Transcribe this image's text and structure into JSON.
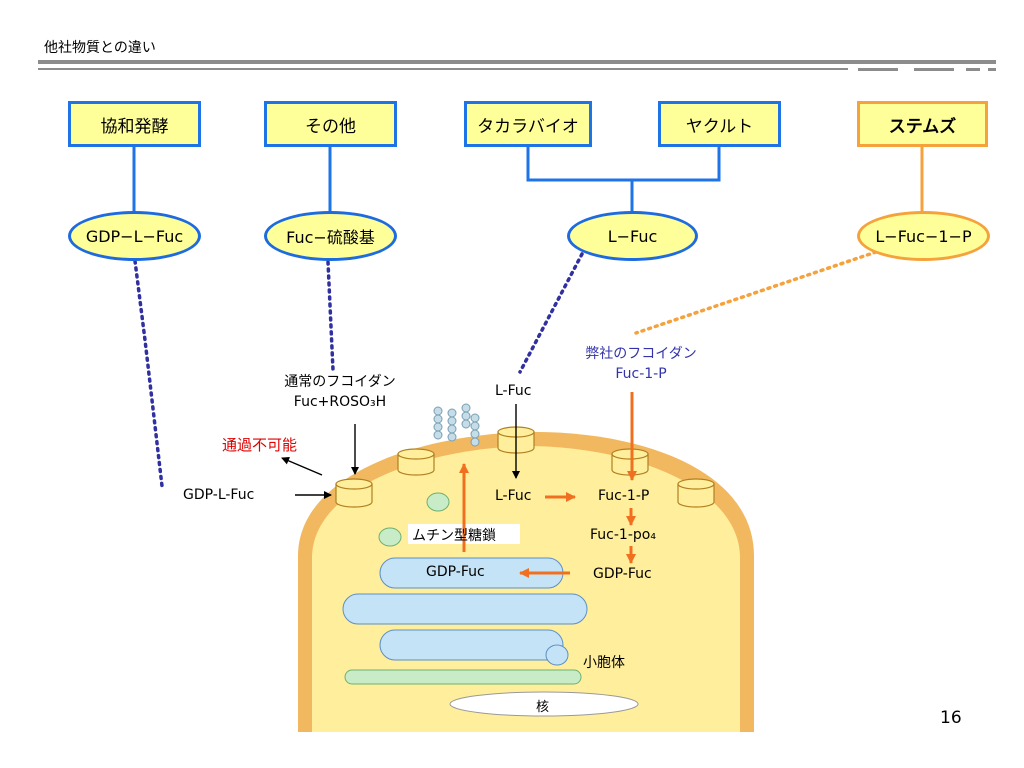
{
  "slide": {
    "title": "他社物質との違い",
    "page_number": "16"
  },
  "companies": {
    "kyowa": "協和発酵",
    "other": "その他",
    "takara": "タカラバイオ",
    "yakult": "ヤクルト",
    "stems": "ステムズ"
  },
  "substances": {
    "gdp_l_fuc": "GDP−L−Fuc",
    "fuc_sulfate": "Fuc−硫酸基",
    "l_fuc": "L−Fuc",
    "l_fuc_1_p": "L−Fuc−1−P"
  },
  "cell_labels": {
    "cannot_pass": "通過不可能",
    "normal_fucoidan_line1": "通常のフコイダン",
    "normal_fucoidan_line2": "Fuc+ROSO₃H",
    "l_fuc_outside": "L-Fuc",
    "our_fucoidan_line1": "弊社のフコイダン",
    "our_fucoidan_line2": "Fuc-1-P",
    "gdp_l_fuc_entry": "GDP-L-Fuc",
    "l_fuc_inside": "L-Fuc",
    "fuc_1_p": "Fuc-1-P",
    "fuc_1_po4": "Fuc-1-po₄",
    "gdp_fuc_right": "GDP-Fuc",
    "gdp_fuc_organelle": "GDP-Fuc",
    "mucin": "ムチン型糖鎖",
    "vesicle": "小胞体",
    "nucleus": "核"
  },
  "colors": {
    "box_fill": "#ffff99",
    "blue_border": "#1e73e6",
    "orange_border": "#f5a23c",
    "red_text": "#e00000",
    "our_fucoidan_text": "#3333aa",
    "orange_arrow": "#f07020",
    "cell_membrane": "#f2b860",
    "cell_fill": "#ffef9c",
    "organelle": "#c5e3f7",
    "er_green": "#c7ecc7"
  }
}
